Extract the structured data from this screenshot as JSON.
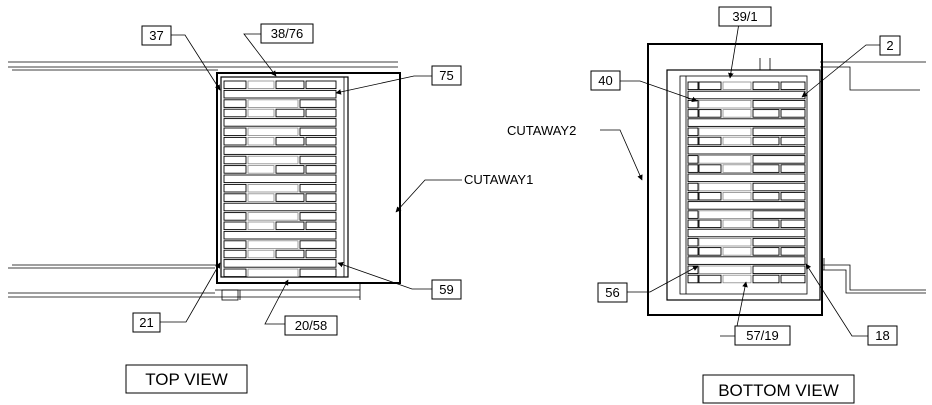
{
  "views": {
    "top": {
      "title": "TOP VIEW",
      "callouts": {
        "c37": "37",
        "c38_76": "38/76",
        "c75": "75",
        "cutaway1": "CUTAWAY1",
        "c59": "59",
        "c21": "21",
        "c20_58": "20/58"
      }
    },
    "bottom": {
      "title": "BOTTOM VIEW",
      "callouts": {
        "c39_1": "39/1",
        "c2": "2",
        "c40": "40",
        "cutaway2": "CUTAWAY2",
        "c56": "56",
        "c57_19": "57/19",
        "c18": "18"
      }
    }
  }
}
